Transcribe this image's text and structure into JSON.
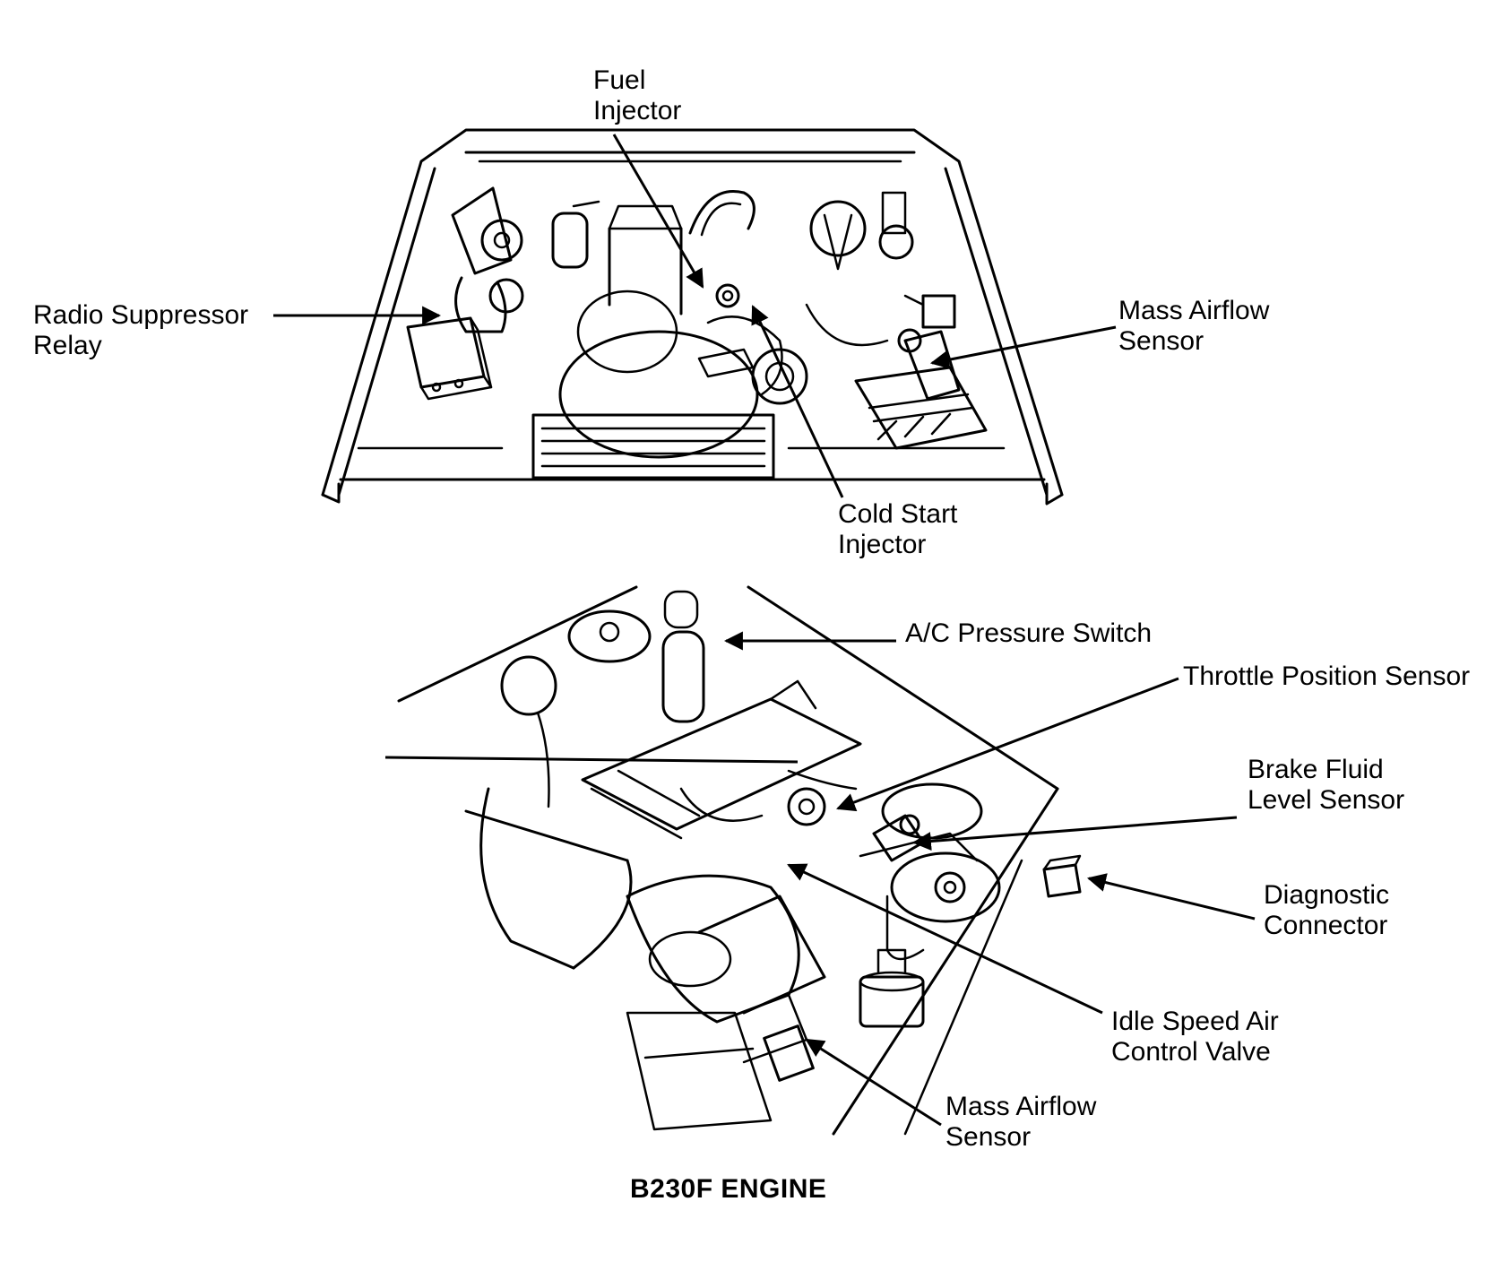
{
  "diagram": {
    "top_view": {
      "labels": {
        "fuel_injector": [
          "Fuel",
          "Injector"
        ],
        "radio_suppressor_relay": [
          "Radio Suppressor",
          "Relay"
        ],
        "mass_airflow_sensor": [
          "Mass Airflow",
          "Sensor"
        ],
        "cold_start_injector": [
          "Cold Start",
          "Injector"
        ]
      }
    },
    "bottom_view": {
      "labels": {
        "ac_pressure_switch": "A/C Pressure Switch",
        "throttle_position_sensor": "Throttle Position Sensor",
        "brake_fluid_level_sensor": [
          "Brake Fluid",
          "Level Sensor"
        ],
        "diagnostic_connector": [
          "Diagnostic",
          "Connector"
        ],
        "idle_speed_air_control_valve": [
          "Idle Speed Air",
          "Control Valve"
        ],
        "mass_airflow_sensor": [
          "Mass Airflow",
          "Sensor"
        ]
      }
    },
    "caption": "B230F ENGINE"
  }
}
